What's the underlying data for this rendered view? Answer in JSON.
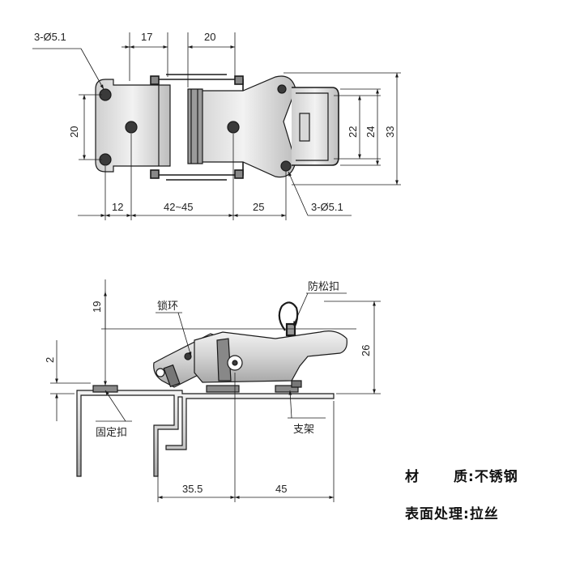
{
  "top_view": {
    "hole_callout_left": "3-Ø5.1",
    "hole_callout_right": "3-Ø5.1",
    "dim_17": "17",
    "dim_20_top": "20",
    "dim_20_left": "20",
    "dim_12": "12",
    "dim_42_45": "42~45",
    "dim_25": "25",
    "dim_22": "22",
    "dim_24": "24",
    "dim_33": "33"
  },
  "side_view": {
    "dim_19": "19",
    "dim_2": "2",
    "dim_26": "26",
    "dim_35_5": "35.5",
    "dim_45": "45",
    "label_lock_ring": "锁环",
    "label_anti_loose": "防松扣",
    "label_fixed_catch": "固定扣",
    "label_bracket": "支架"
  },
  "specs": {
    "material_label_1": "材",
    "material_label_2": "质:",
    "material_value": "不锈钢",
    "finish_label": "表面处理:",
    "finish_value": "拉丝"
  },
  "colors": {
    "line": "#1a1a1a",
    "metal_light": "#e4e4e4",
    "metal_mid": "#c4c4c4",
    "metal_dark": "#7a7a7a"
  }
}
